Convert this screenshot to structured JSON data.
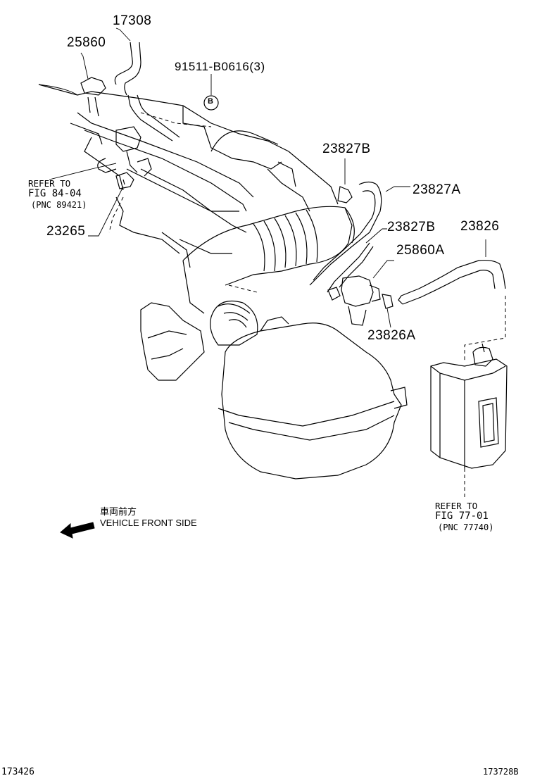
{
  "callouts": {
    "p17308": "17308",
    "p25860": "25860",
    "p91511": "91511-B0616(3)",
    "circle_b": "B",
    "p23827B_top": "23827B",
    "p23827A": "23827A",
    "p23827B_mid": "23827B",
    "p23826": "23826",
    "p25860A": "25860A",
    "p23826A": "23826A",
    "p23265": "23265"
  },
  "refer_left": {
    "line1": "REFER TO",
    "line2": "FIG 84-04",
    "line3": "(PNC 89421)"
  },
  "refer_right": {
    "line1": "REFER TO",
    "line2": "FIG 77-01",
    "line3": "(PNC 77740)"
  },
  "direction": {
    "japanese": "車両前方",
    "english": "VEHICLE FRONT SIDE"
  },
  "footer": {
    "left_id": "173426",
    "right_id": "173728B"
  }
}
